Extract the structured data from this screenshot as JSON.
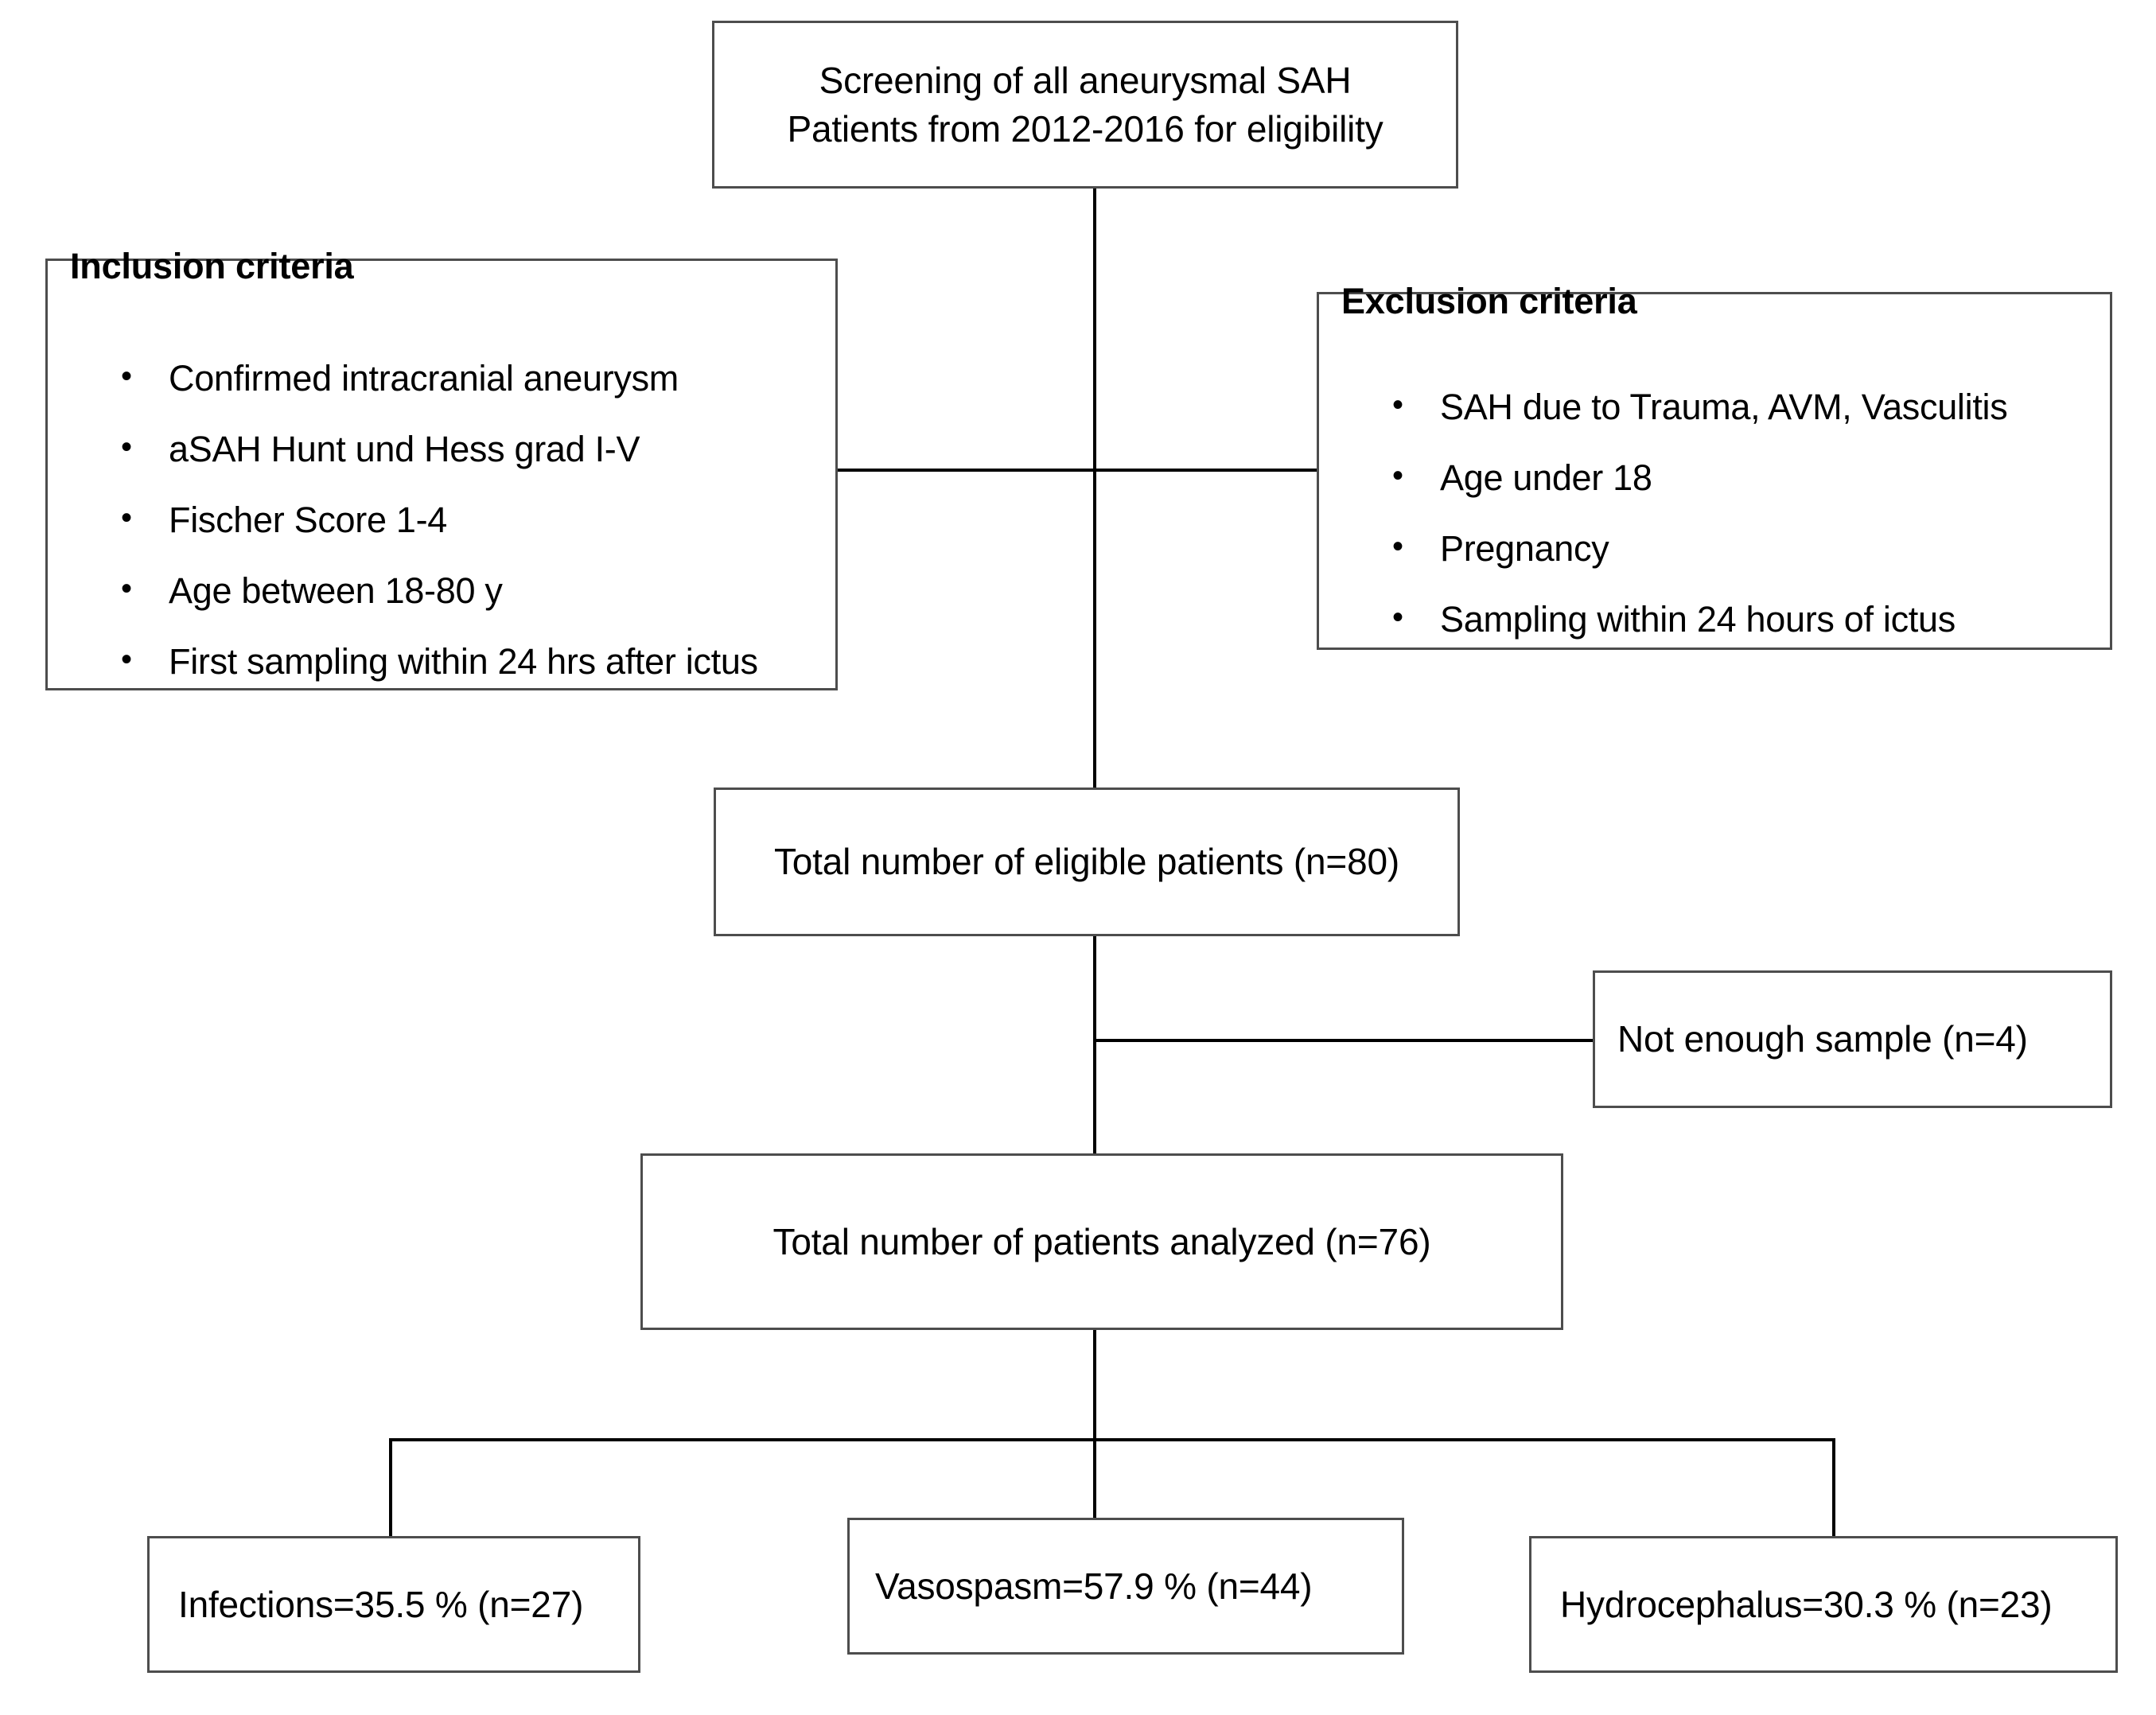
{
  "diagram": {
    "type": "flowchart",
    "title": "Patient screening and inclusion flow diagram",
    "nodes": {
      "screening": {
        "label": "Screening of all aneurysmal SAH\nPatients from 2012-2016 for eligibility"
      },
      "inclusion": {
        "title": "Inclusion criteria",
        "items": [
          "Confirmed intracranial aneurysm",
          "aSAH Hunt und Hess grad I-V",
          "Fischer Score 1-4",
          "Age between 18-80 y",
          "First sampling within 24 hrs after ictus"
        ]
      },
      "exclusion": {
        "title": "Exclusion criteria",
        "items": [
          "SAH due to Trauma, AVM, Vasculitis",
          "Age under 18",
          "Pregnancy",
          "Sampling within 24 hours of ictus"
        ]
      },
      "eligible": {
        "label": "Total number of eligible patients (n=80)"
      },
      "not_enough_sample": {
        "label": "Not enough sample (n=4)"
      },
      "analyzed": {
        "label": "Total number of patients analyzed  (n=76)"
      },
      "infections": {
        "label": "Infections=35.5 % (n=27)"
      },
      "vasospasm": {
        "label": "Vasospasm=57.9 % (n=44)"
      },
      "hydrocephalus": {
        "label": "Hydrocephalus=30.3 % (n=23)"
      }
    },
    "bullet_glyph": "•",
    "colors": {
      "border": "#4d4d4d",
      "connector": "#000000",
      "background": "#ffffff",
      "text": "#000000"
    }
  }
}
